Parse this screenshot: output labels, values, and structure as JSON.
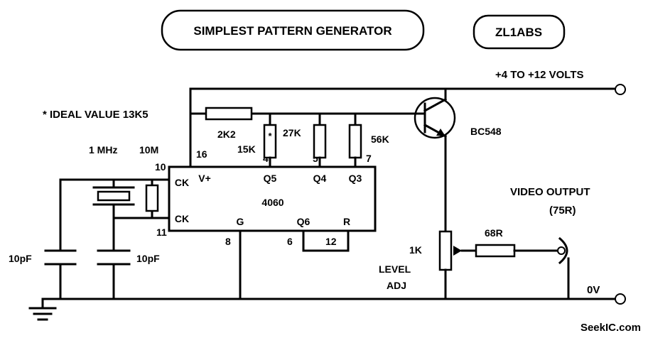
{
  "title": "SIMPLEST  PATTERN GENERATOR",
  "author": "ZL1ABS",
  "supply": "+4 TO +12 VOLTS",
  "ground": "0V",
  "note": "* IDEAL VALUE 13K5",
  "crystal": {
    "freq": "1 MHz",
    "resistor": "10M"
  },
  "ic": {
    "name": "4060",
    "pins": {
      "vplus": "V+",
      "ck1": "CK",
      "ck2": "CK",
      "gnd": "G",
      "q5": "Q5",
      "q4": "Q4",
      "q3": "Q3",
      "q6": "Q6",
      "reset": "R"
    },
    "pin_numbers": {
      "p16": "16",
      "p10": "10",
      "p11": "11",
      "p8": "8",
      "p4": "4",
      "p5": "5",
      "p7": "7",
      "p6": "6",
      "p12": "12"
    }
  },
  "components": {
    "r_2k2": "2K2",
    "r_15k": "15K",
    "r_15k_mark": "*",
    "r_27k": "27K",
    "r_56k": "56K",
    "transistor": "BC548",
    "cap_left": "10pF",
    "cap_right": "10pF",
    "pot": "1K",
    "level_line1": "LEVEL",
    "level_line2": "ADJ",
    "r_68r": "68R"
  },
  "output": {
    "line1": "VIDEO OUTPUT",
    "line2": "(75R)"
  },
  "watermark": "SeekIC.com"
}
